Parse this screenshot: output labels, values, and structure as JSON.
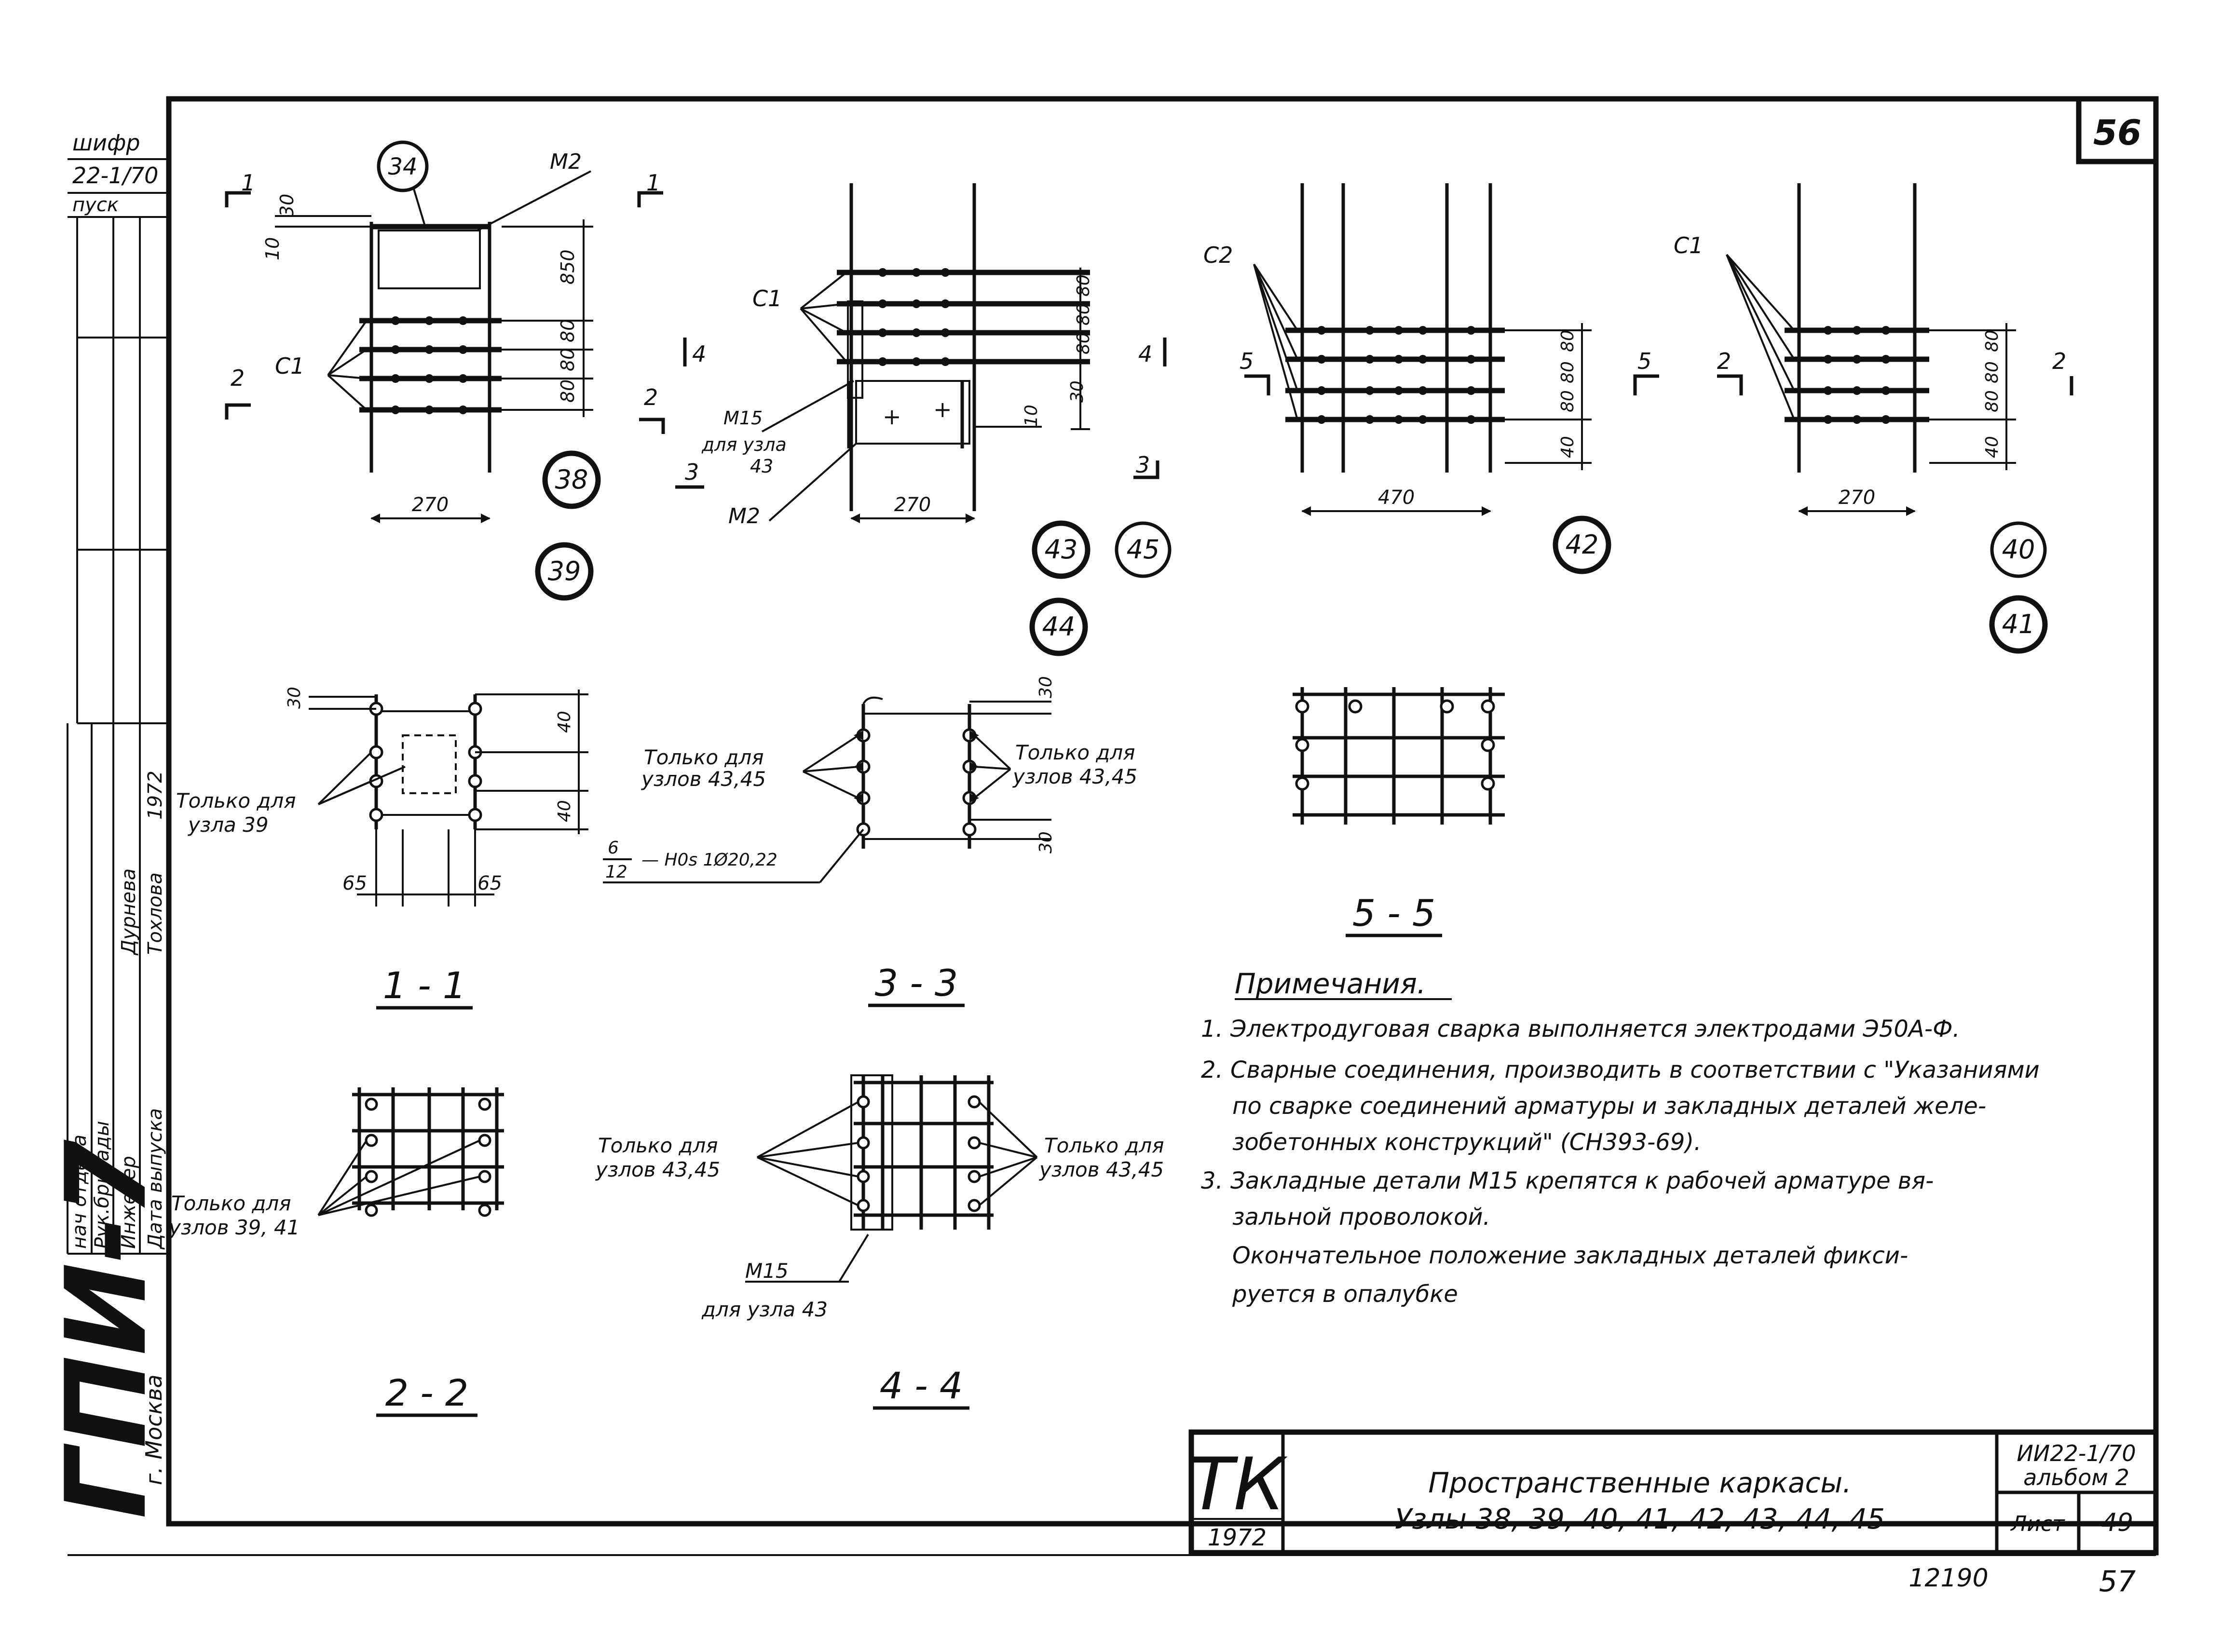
{
  "sheet": {
    "page_number_top": "56",
    "page_number_bottom": "57",
    "doc_number": "12190"
  },
  "side_stamp": {
    "shifr_label": "шифр",
    "series_code": "22-1/70",
    "release_label": "пуск",
    "rows": [
      "нач отдела",
      "Рук.бригады",
      "Инженер",
      "Дата выпуска"
    ],
    "names": [
      "Дурнева",
      "Тохлова",
      "1972"
    ],
    "company": "ГПИ-7",
    "city": "г. Москва"
  },
  "views": {
    "v38_39": {
      "bubbles": [
        "34",
        "38",
        "39"
      ],
      "labels": {
        "embedded": "М2",
        "frame": "С1",
        "cut1": "1",
        "cut2": "2"
      },
      "dims": [
        "30",
        "10",
        "850",
        "80",
        "80",
        "80",
        "270"
      ]
    },
    "v43_45": {
      "bubbles": [
        "43",
        "45",
        "44"
      ],
      "labels": {
        "frame": "С1",
        "cut1": "1",
        "cut2": "2",
        "cut3": "3",
        "cut4": "4",
        "m15": "М15",
        "m15_note1": "для узла",
        "m15_note2": "43",
        "m2": "М2"
      },
      "dims": [
        "80",
        "80",
        "80",
        "30",
        "270",
        "10"
      ]
    },
    "v42": {
      "bubbles": [
        "42"
      ],
      "labels": {
        "frame": "С2",
        "cut5": "5"
      },
      "dims": [
        "80",
        "80",
        "80",
        "40",
        "470"
      ]
    },
    "v40_41": {
      "bubbles": [
        "40",
        "41"
      ],
      "labels": {
        "frame": "С1",
        "cut2": "2"
      },
      "dims": [
        "80",
        "80",
        "80",
        "40",
        "270"
      ]
    },
    "s1_1": {
      "title": "1 - 1",
      "note1": "Только для",
      "note2": "узла 39",
      "dims": [
        "30",
        "40",
        "40",
        "65",
        "65"
      ]
    },
    "s3_3": {
      "title": "3 - 3",
      "note_left1": "Только для",
      "note_left2": "узлов 43,45",
      "note_right1": "Только для",
      "note_right2": "узлов 43,45",
      "bar_note_num": "6",
      "bar_note_den": "12",
      "bar_note": "— Н0s 1Ø20,22",
      "dims": [
        "30",
        "30"
      ]
    },
    "s5_5": {
      "title": "5 - 5"
    },
    "s2_2": {
      "title": "2 - 2",
      "note1": "Только для",
      "note2": "узлов 39, 41"
    },
    "s4_4": {
      "title": "4 - 4",
      "note_left1": "Только для",
      "note_left2": "узлов 43,45",
      "note_right1": "Только для",
      "note_right2": "узлов 43,45",
      "m15": "М15",
      "m15_note": "для узла 43"
    }
  },
  "notes": {
    "heading": "Примечания.",
    "items": [
      "1. Электродуговая сварка выполняется электродами Э50А-Ф.",
      "2. Сварные соединения, производить в соответствии с \"Указаниями",
      "по сварке соединений арматуры и закладных деталей желе-",
      "зобетонных конструкций\" (СН393-69).",
      "3. Закладные детали М15 крепятся к рабочей арматуре вя-",
      "зальной проволокой.",
      "Окончательное положение закладных деталей фикси-",
      "руется в опалубке"
    ]
  },
  "title_block": {
    "logo": "ТК",
    "year": "1972",
    "title_line1": "Пространственные каркасы.",
    "title_line2": "Узлы 38, 39, 40, 41, 42, 43, 44, 45",
    "series": "ИИ22-1/70",
    "album": "альбом 2",
    "sheet_label": "Лист",
    "sheet_no": "49"
  }
}
